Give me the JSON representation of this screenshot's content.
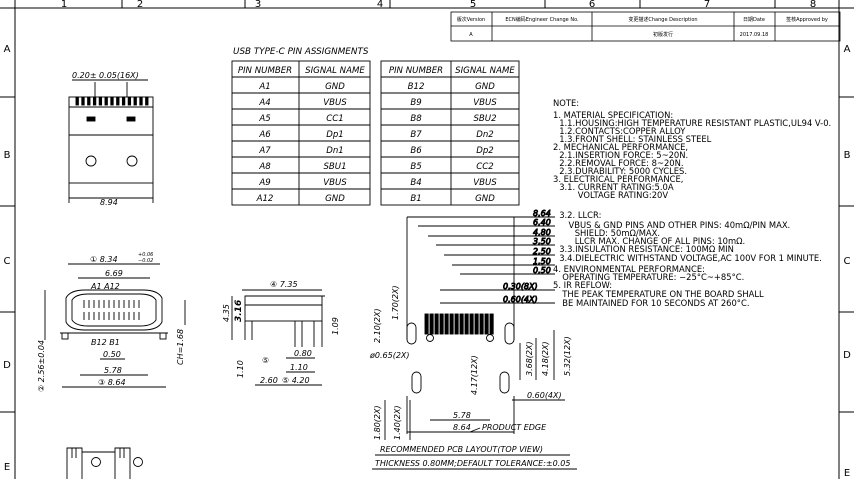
{
  "border": {
    "columns": [
      "1",
      "2",
      "3",
      "4",
      "5",
      "6",
      "7",
      "8"
    ],
    "rows": [
      "A",
      "B",
      "C",
      "D",
      "E"
    ]
  },
  "revision_block": {
    "headers": [
      "版次Version",
      "ECN编码Engineer Change No.",
      "变更描述Change Description",
      "日期Date",
      "签核Approved by"
    ],
    "row": [
      "A",
      "",
      "初版发行",
      "2017.09.18",
      ""
    ]
  },
  "pin_table": {
    "title": "USB TYPE-C PIN ASSIGNMENTS",
    "headers": [
      "PIN NUMBER",
      "SIGNAL NAME"
    ],
    "left": [
      [
        "A1",
        "GND"
      ],
      [
        "A4",
        "VBUS"
      ],
      [
        "A5",
        "CC1"
      ],
      [
        "A6",
        "Dp1"
      ],
      [
        "A7",
        "Dn1"
      ],
      [
        "A8",
        "SBU1"
      ],
      [
        "A9",
        "VBUS"
      ],
      [
        "A12",
        "GND"
      ]
    ],
    "right": [
      [
        "B12",
        "GND"
      ],
      [
        "B9",
        "VBUS"
      ],
      [
        "B8",
        "SBU2"
      ],
      [
        "B7",
        "Dn2"
      ],
      [
        "B6",
        "Dp2"
      ],
      [
        "B5",
        "CC2"
      ],
      [
        "B4",
        "VBUS"
      ],
      [
        "B1",
        "GND"
      ]
    ]
  },
  "notes": {
    "title": "NOTE:",
    "lines": [
      "1. MATERIAL SPECIFICATION:",
      "  1.1.HOUSING:HIGH TEMPERATURE RESISTANT PLASTIC,UL94 V-0.",
      "  1.2.CONTACTS:COPPER ALLOY",
      "  1.3.FRONT SHELL: STAINLESS STEEL",
      "2. MECHANICAL PERFORMANCE,",
      "  2.1.INSERTION FORCE: 5~20N.",
      "  2.2.REMOVAL FORCE: 8~20N.",
      "  2.3.DURABILITY: 5000 CYCLES.",
      "3. ELECTRICAL PERFORMANCE,",
      "  3.1. CURRENT RATING:5.0A",
      "        VOLTAGE RATING:20V",
      "",
      "  3.2. LLCR:",
      "     VBUS & GND PINS AND OTHER PINS: 40mΩ/PIN MAX.",
      "       SHIELD: 50mΩ/MAX.",
      "       LLCR MAX. CHANGE OF ALL PINS: 10mΩ.",
      "  3.3.INSULATION RESISTANCE: 100MΩ   MIN",
      "  3.4.DIELECTRIC WITHSTAND VOLTAGE,AC 100V FOR 1 MINUTE.",
      "4. ENVIRONMENTAL PERFORMANCE:",
      "   OPERATING TEMPERATURE: −25°C~+85°C.",
      "5. IR REFLOW:",
      "   THE PEAK TEMPERATURE ON THE BOARD SHALL",
      "   BE MAINTAINED FOR 10 SECONDS AT 260°C."
    ]
  },
  "top_view": {
    "pitch": "0.20± 0.05(16X)",
    "width": "8.94"
  },
  "front_view": {
    "outer": "① 8.34",
    "outer_tol_plus": "+0.06",
    "outer_tol_minus": "−0.02",
    "inner": "6.69",
    "a_label": "A1   A12",
    "b_label": "B12  B1",
    "dim_050": "0.50",
    "dim_578": "5.78",
    "dim_864": "③ 8.64",
    "height": "② 2.56±0.04",
    "ch_height": "CH=1.68"
  },
  "side_view": {
    "length": "④ 7.35",
    "h435": "4.35",
    "h316": "3.16",
    "h109": "1.09",
    "d080": "0.80",
    "d110a": "1.10",
    "d110b": "1.10",
    "d260": "2.60",
    "d420": "⑤ 4.20",
    "circle5": "⑤"
  },
  "pcb_layout": {
    "top_dims": [
      "8.64",
      "6.40",
      "4.80",
      "3.50",
      "2.50",
      "1.50",
      "0.50",
      "0.30(8X)",
      "0.60(4X)"
    ],
    "left_dims": [
      "2.10(2X)",
      "1.70(2X)"
    ],
    "hole": "ø0.65(2X)",
    "mid_dims": [
      "4.17(12X)",
      "3.68(2X)",
      "4.18(2X)",
      "5.32(12X)"
    ],
    "slot_dim": "0.60(4X)",
    "bottom_left_dims": [
      "1.80(2X)",
      "1.40(2X)"
    ],
    "bottom_dims": [
      "5.78",
      "8.64"
    ],
    "edge_label": "PRODUCT EDGE",
    "caption": "RECOMMENDED PCB LAYOUT(TOP VIEW)",
    "subcaption": "THICKNESS 0.80MM;DEFAULT TOLERANCE:±0.05"
  }
}
